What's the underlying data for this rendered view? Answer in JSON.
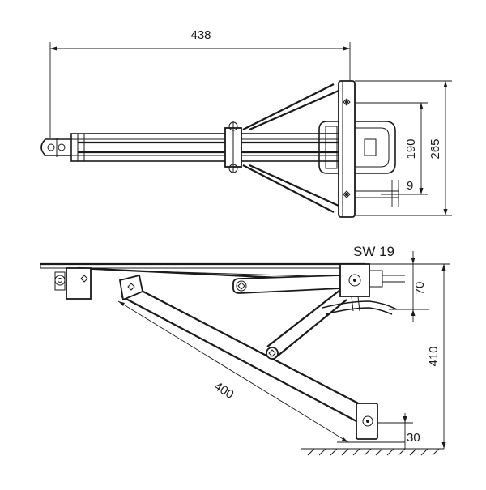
{
  "diagram": {
    "top_view": {
      "dim_length": "438",
      "dim_inner_height": "190",
      "dim_outer_height": "265",
      "dim_small": "9"
    },
    "side_view": {
      "wrench_label": "SW 19",
      "dim_clamp": "70",
      "dim_height": "410",
      "dim_arm": "400",
      "dim_foot": "30"
    }
  }
}
